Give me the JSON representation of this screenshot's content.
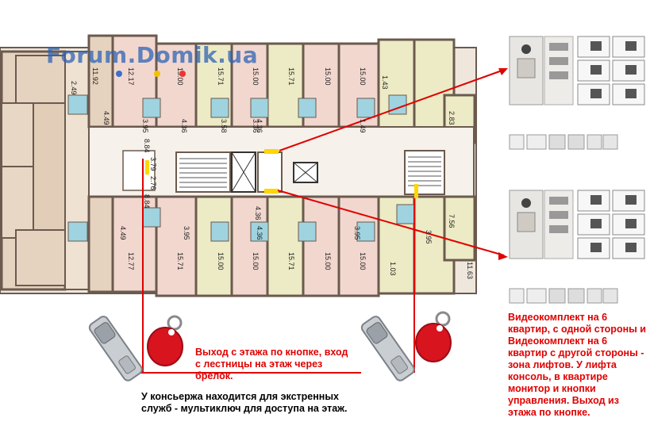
{
  "watermark": "Forum.Domik.ua",
  "notes": {
    "exit_button": "Выход с этажа по кнопке, вход с лестницы на этаж через брелок.",
    "concierge": "У консьержа находится для экстренных служб - мультиключ для доступа на этаж.",
    "videokit": "Видеокомплект на 6 квартир, с одной стороны и Видеокомплект на 6 квартир с другой стороны - зона лифтов. У лифта консоль, в квартире монитор и кнопки управления. Выход из этажа по кнопке."
  },
  "room_labels_top": [
    "11.92",
    "12.17",
    "15.00",
    "15.71",
    "15.00",
    "15.71",
    "15.00",
    "15.00"
  ],
  "room_labels_bottom": [
    "12.77",
    "15.71",
    "15.00",
    "15.00",
    "15.71",
    "15.00",
    "15.00"
  ],
  "small_labels": [
    "2.49",
    "4.49",
    "3.95",
    "4.36",
    "3.58",
    "4.36",
    "2.83",
    "7.56",
    "3.95",
    "11.63",
    "8.84",
    "8.84",
    "3.79",
    "2.76",
    "4.49",
    "3.95",
    "4.36",
    "3.36",
    "4.36",
    "3.95",
    "1.49",
    "1.43",
    "1.03"
  ],
  "colors": {
    "annotation_red": "#e00000",
    "wall": "#6b5a4e",
    "room_pink": "#f2d7cf",
    "room_yellow": "#ecebc5",
    "room_beige": "#e6d3bf",
    "marker_yellow": "#ffd600",
    "bathroom_blue": "#9fd3df"
  },
  "icons": [
    "exit-button-device",
    "rfid-keyfob-icon",
    "intercom-panel-icon",
    "monitor-icon",
    "din-module-icon"
  ]
}
